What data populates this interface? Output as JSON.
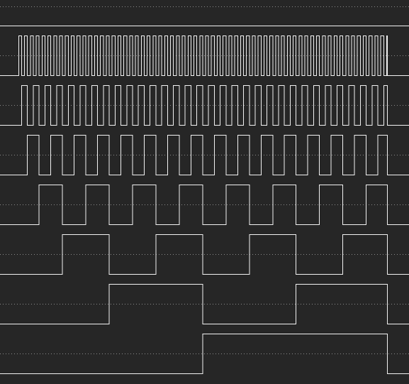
{
  "colors": {
    "background": "#262626",
    "signal": "#f2f2f2",
    "gridline": "#8a8a8a"
  },
  "viewer": {
    "signals": [
      {
        "id": "ch0",
        "divider": 1
      },
      {
        "id": "ch1",
        "divider": 2
      },
      {
        "id": "ch2",
        "divider": 4
      },
      {
        "id": "ch3",
        "divider": 8
      },
      {
        "id": "ch4",
        "divider": 16
      },
      {
        "id": "ch5",
        "divider": 32
      },
      {
        "id": "ch6",
        "divider": 64
      }
    ]
  }
}
